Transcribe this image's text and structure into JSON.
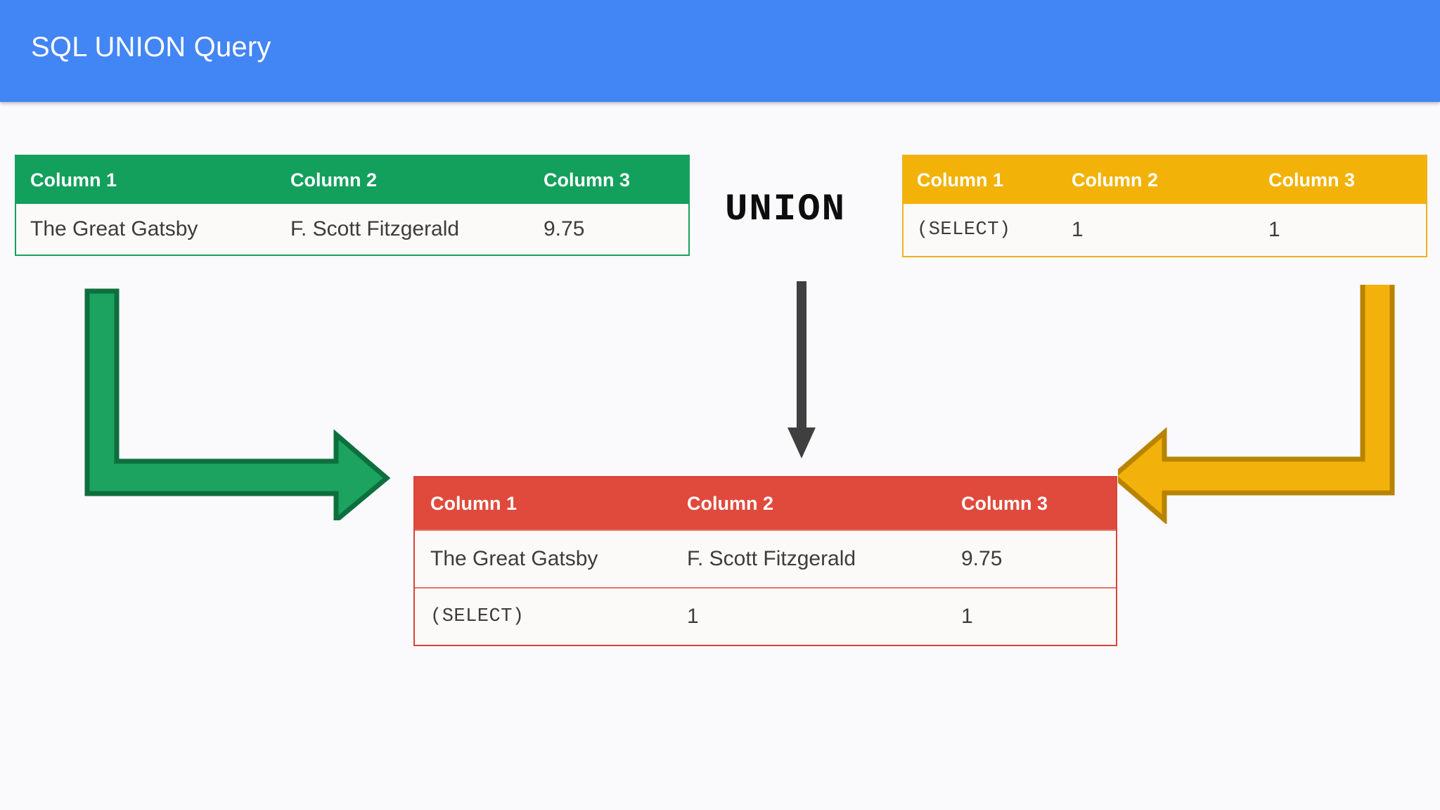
{
  "header": {
    "title": "SQL UNION Query",
    "background_color": "#4285f4",
    "text_color": "#ffffff"
  },
  "canvas": {
    "background_color": "#faf9fc"
  },
  "union_label": {
    "text": "UNION",
    "color": "#0d0d0d"
  },
  "tables": {
    "left": {
      "name": "left-source-table",
      "accent_color": "#13a05c",
      "border_color": "#19a05e",
      "headers": [
        "Column 1",
        "Column 2",
        "Column 3"
      ],
      "rows": [
        {
          "cells": [
            "The Great Gatsby",
            "F. Scott Fitzgerald",
            "9.75"
          ],
          "mono": [
            false,
            false,
            false
          ]
        }
      ]
    },
    "right": {
      "name": "right-source-table",
      "accent_color": "#f2b208",
      "border_color": "#edb220",
      "headers": [
        "Column 1",
        "Column 2",
        "Column 3"
      ],
      "rows": [
        {
          "cells": [
            "(SELECT)",
            "1",
            "1"
          ],
          "mono": [
            true,
            false,
            false
          ]
        }
      ]
    },
    "result": {
      "name": "result-table",
      "accent_color": "#e04a3c",
      "border_color": "#d8443a",
      "headers": [
        "Column 1",
        "Column 2",
        "Column 3"
      ],
      "rows": [
        {
          "cells": [
            "The Great Gatsby",
            "F. Scott Fitzgerald",
            "9.75"
          ],
          "mono": [
            false,
            false,
            false
          ]
        },
        {
          "cells": [
            "(SELECT)",
            "1",
            "1"
          ],
          "mono": [
            true,
            false,
            false
          ]
        }
      ]
    }
  },
  "arrows": {
    "union_down": {
      "name": "union-down-arrow",
      "color": "#3f3f3f",
      "direction": "down"
    },
    "green_elbow": {
      "name": "green-elbow-arrow",
      "color": "#1ba35f",
      "outline_color": "#0d6f3d",
      "direction": "down-then-right"
    },
    "yellow_elbow": {
      "name": "yellow-elbow-arrow",
      "color": "#f2b20b",
      "outline_color": "#b88400",
      "direction": "down-then-left"
    }
  }
}
